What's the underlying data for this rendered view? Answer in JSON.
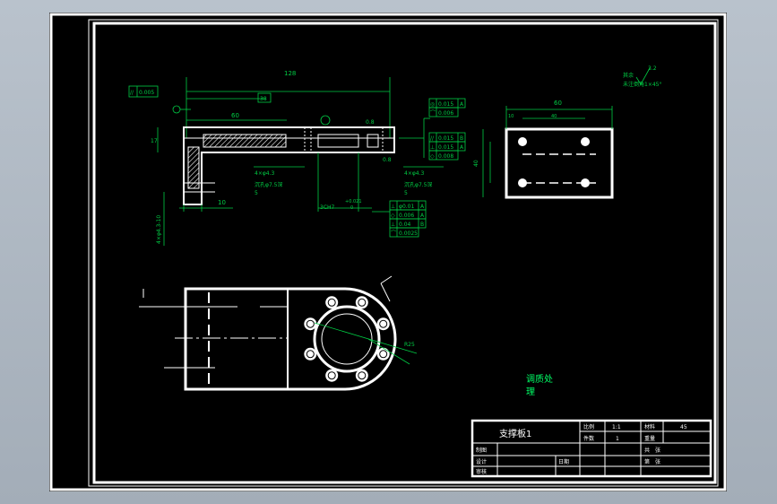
{
  "colors": {
    "background_app": "#a9b3bd",
    "canvas": "#000000",
    "frame": "#ffffff",
    "dimension": "#00cc44",
    "part": "#ffffff",
    "hole_label": "#00ff66"
  },
  "elevation_view": {
    "dim_overall": "128",
    "dim_inner": "60",
    "dim_upper": "38",
    "dim_base_width": "10",
    "dim_height_left": "17",
    "dim_small_a": "0.8",
    "dim_small_b": "0.8",
    "hole_left_spec": "4×φ4.3",
    "hole_left_depth": "沉孔φ7.5深",
    "hole_left_depth2": "5",
    "hole_right_spec": "4×φ4.3",
    "hole_right_depth": "沉孔φ7.5深",
    "hole_right_depth2": "5",
    "fit_label": "3CH7",
    "fit_tol_upper": "+0.021",
    "fit_tol_lower": "0",
    "side_vertical_label": "4×φ4.3-10",
    "tol_flatness": "0.005",
    "tol_flatness_symbol": "//",
    "tol_table_a": [
      {
        "sym": "◎",
        "val": "0.015",
        "ref": "A"
      },
      {
        "sym": "⌒",
        "val": "0.006",
        "ref": ""
      }
    ],
    "tol_table_b": [
      {
        "sym": "//",
        "val": "0.015",
        "ref": "B"
      },
      {
        "sym": "⊥",
        "val": "0.015",
        "ref": "A"
      },
      {
        "sym": "◇",
        "val": "0.008",
        "ref": ""
      }
    ],
    "tol_table_c": [
      {
        "sym": "⊥",
        "val": "φ0.01",
        "ref": "A"
      },
      {
        "sym": "◇",
        "val": "0.006",
        "ref": "A"
      },
      {
        "sym": "⊥",
        "val": "0.04",
        "ref": "B"
      },
      {
        "sym": "⌒",
        "val": "0.0025",
        "ref": ""
      }
    ]
  },
  "side_view": {
    "dim_width": "60",
    "dim_inner": "40",
    "dim_left": "10",
    "dim_height": "40"
  },
  "notes": {
    "roughness_top": "3.2",
    "roughness_text": "其余",
    "chamfer_text": "未注倒角1×45°",
    "heat_treatment_1": "调质处",
    "heat_treatment_2": "理"
  },
  "plan_view": {
    "label_r": "R25"
  },
  "title_block": {
    "part_name": "支撑板1",
    "scale_label": "比例",
    "scale_value": "1:1",
    "count_label": "件数",
    "count_value": "1",
    "sheet_label": "共",
    "sheet_value": "张",
    "weight_label": "重量",
    "material_label": "材料",
    "material_value": "45",
    "drawn_label": "制图",
    "drawn_value": "",
    "design_label": "设计",
    "check_label": "审核",
    "date_label": "日期",
    "page_label": "第",
    "page_value": "张"
  }
}
